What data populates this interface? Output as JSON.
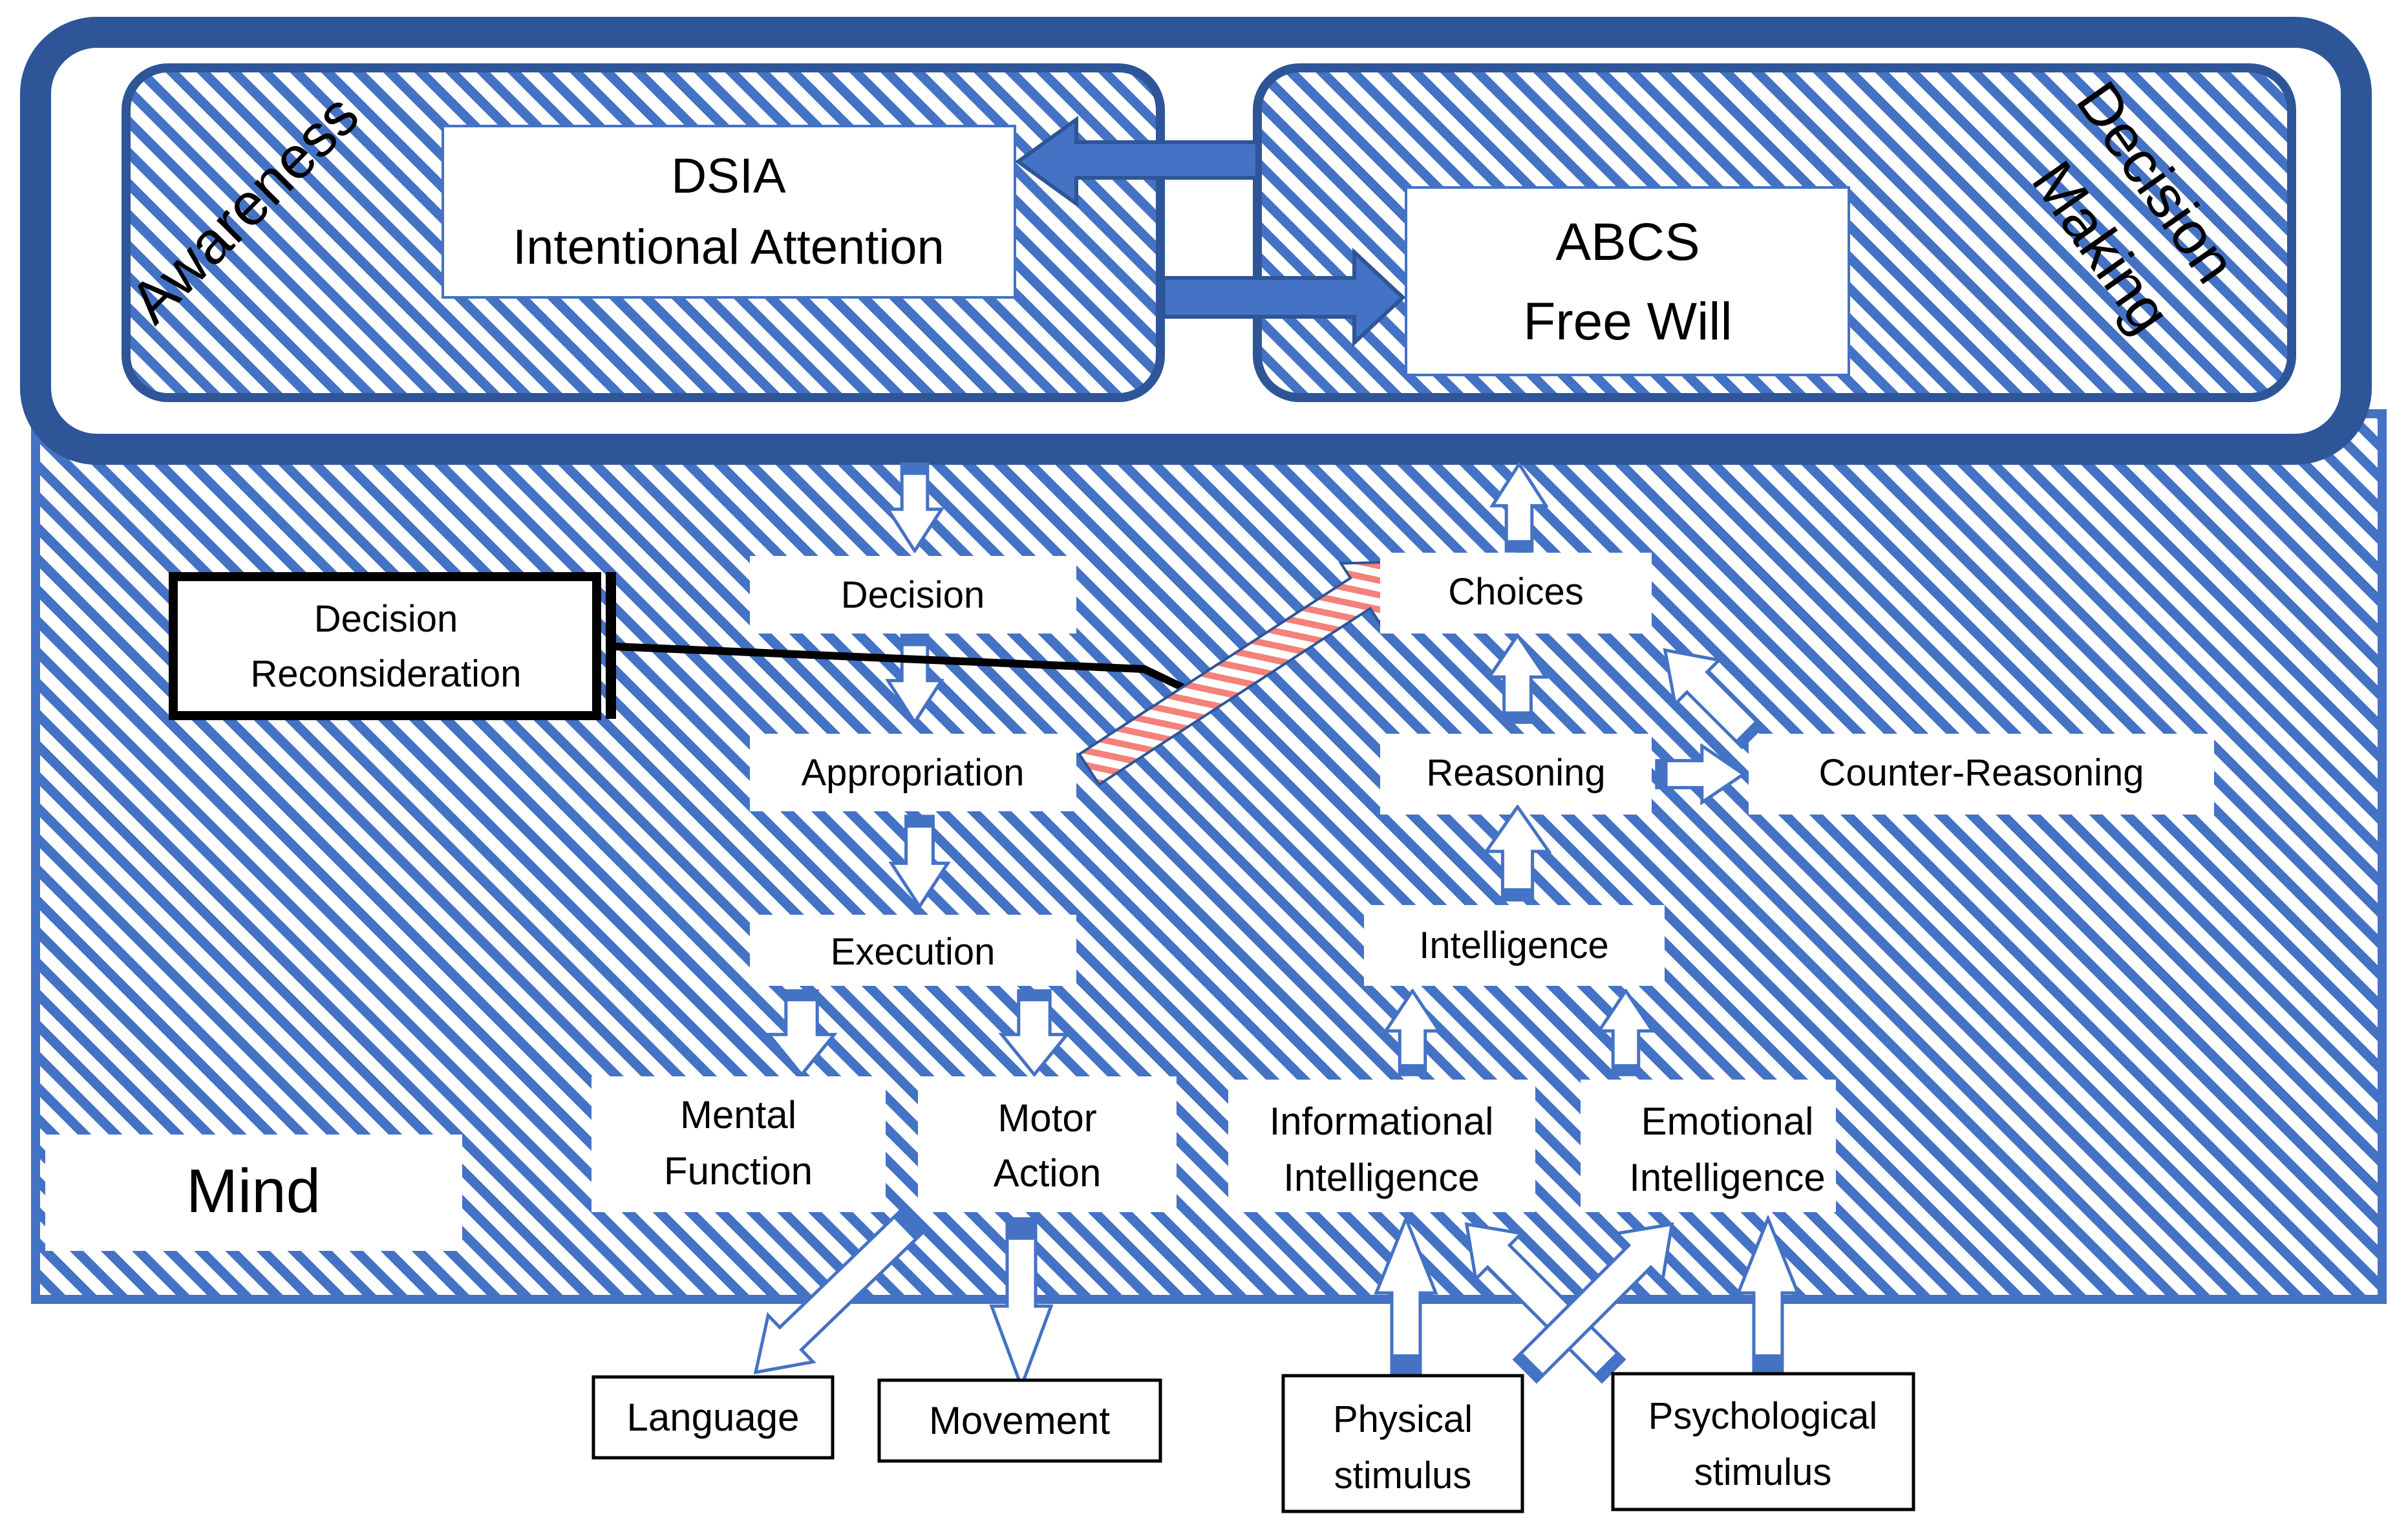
{
  "colors": {
    "frame": "#2e5597",
    "hatch": "#4472c4",
    "arrow_fill": "#ffffff",
    "red_arrow": "#f4817a",
    "text": "#000000"
  },
  "top": {
    "awareness": "Awareness",
    "decision_making": [
      "Decision",
      "Making"
    ],
    "dsia": [
      "DSIA",
      "Intentional Attention"
    ],
    "abcs": [
      "ABCS",
      "Free Will"
    ]
  },
  "mind": {
    "label": "Mind",
    "reconsideration": [
      "Decision",
      "Reconsideration"
    ],
    "decision": "Decision",
    "appropriation": "Appropriation",
    "execution": "Execution",
    "mental_function": [
      "Mental",
      "Function"
    ],
    "motor_action": [
      "Motor",
      "Action"
    ],
    "choices": "Choices",
    "reasoning": "Reasoning",
    "counter_reasoning": "Counter-Reasoning",
    "intelligence": "Intelligence",
    "informational": [
      "Informational",
      "Intelligence"
    ],
    "emotional": [
      "Emotional",
      "Intelligence"
    ]
  },
  "outside": {
    "language": "Language",
    "movement": "Movement",
    "physical": [
      "Physical",
      "stimulus"
    ],
    "psychological": [
      "Psychological",
      "stimulus"
    ]
  }
}
